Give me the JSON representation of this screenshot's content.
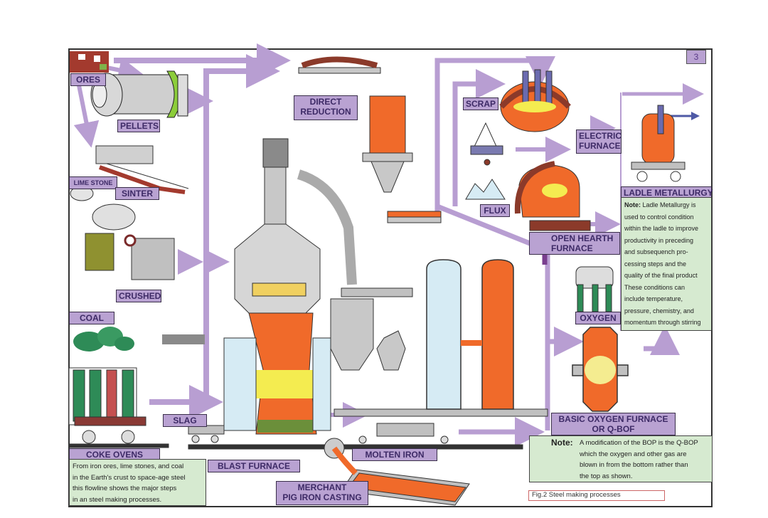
{
  "figure": {
    "page_number": "3",
    "caption": "Fig.2 Steel making processes",
    "colors": {
      "label_fill": "#b9a2d2",
      "label_text": "#3d2a66",
      "arrow": "#b89ed2",
      "note_fill": "#d6ead0",
      "molten": "#f26a2a",
      "steel_gray": "#bdbdbd"
    }
  },
  "labels": {
    "ores": "ORES",
    "pellets": "PELLETS",
    "lime_stone": "LIME STONE",
    "sinter": "SINTER",
    "crushed": "CRUSHED",
    "coal": "COAL",
    "coke_ovens": "COKE OVENS",
    "slag": "SLAG",
    "blast_furnace": "BLAST FURNACE",
    "molten_iron": "MOLTEN IRON",
    "merchant_line1": "MERCHANT",
    "merchant_line2": "PIG IRON CASTING",
    "direct_line1": "DIRECT",
    "direct_line2": "REDUCTION",
    "scrap": "SCRAP",
    "flux": "FLUX",
    "electric_line1": "ELECTRIC",
    "electric_line2": "FURNACE",
    "open_hearth_line1": "OPEN HEARTH",
    "open_hearth_line2": "FURNACE",
    "oxygen": "OXYGEN",
    "ladle_metallurgy": "LADLE METALLURGY",
    "bof_line1": "BASIC OXYGEN FURNACE",
    "bof_line2": "OR Q-BOF"
  },
  "notes": {
    "intro": [
      "From iron ores, lime stones, and coal",
      "in the Earth's crust to space-age steel",
      "this flowline shows the major steps",
      "in an steel making processes."
    ],
    "ladle": {
      "lead": "Note:",
      "lines": [
        " Ladle Metallurgy is",
        "used to control condition",
        "within the ladle to improve",
        "productivity in preceding",
        "and subsequench pro-",
        "cessing steps and the",
        "quality of the final product",
        "These conditions can",
        "include temperature,",
        "pressure, chemistry, and",
        "momentum through stirring"
      ]
    },
    "bof": {
      "lead": "Note:",
      "lines": [
        "A modification of the BOP is the Q-BOP",
        "which the oxygen and other gas are",
        "blown in from the bottom rather than",
        "the top as shown."
      ]
    }
  }
}
